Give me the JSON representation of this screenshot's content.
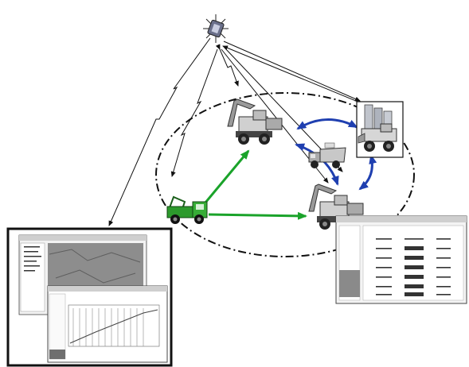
{
  "diagram": {
    "nodes": [
      {
        "id": "satellite",
        "icon": "satellite-icon"
      },
      {
        "id": "excavator-top",
        "icon": "excavator-icon"
      },
      {
        "id": "excavator-bottom",
        "icon": "excavator-icon"
      },
      {
        "id": "wheel-loader",
        "icon": "wheel-loader-icon"
      },
      {
        "id": "dump-truck",
        "icon": "dump-truck-icon"
      },
      {
        "id": "service-truck",
        "icon": "service-truck-icon"
      },
      {
        "id": "office-screen",
        "icon": "map-screen-icon"
      },
      {
        "id": "field-screen",
        "icon": "table-screen-icon"
      }
    ],
    "links": [
      {
        "from": "satellite",
        "to": "office-screen",
        "style": "black-arrow-zigzag"
      },
      {
        "from": "satellite",
        "to": "excavator-top",
        "style": "black-arrow-zigzag"
      },
      {
        "from": "satellite",
        "to": "wheel-loader",
        "style": "black-arrow"
      },
      {
        "from": "satellite",
        "to": "service-truck",
        "style": "black-arrow-zigzag"
      },
      {
        "from": "satellite",
        "to": "excavator-bottom",
        "style": "black-arrow"
      },
      {
        "from": "service-truck",
        "to": "excavator-top",
        "style": "green-arrow"
      },
      {
        "from": "service-truck",
        "to": "excavator-bottom",
        "style": "green-arrow"
      },
      {
        "from": "excavator-top",
        "to": "wheel-loader",
        "style": "blue-double-arrow"
      },
      {
        "from": "excavator-top",
        "to": "excavator-bottom",
        "style": "blue-double-arrow"
      },
      {
        "from": "wheel-loader",
        "to": "excavator-bottom",
        "style": "blue-double-arrow"
      }
    ],
    "site_boundary": "dash-dot-ellipse",
    "colors": {
      "uplink": "#111111",
      "service_link": "#1aa32a",
      "machine_link": "#1f3fb0",
      "service_truck": "#2c9a2c",
      "machine": "#8c8c8c"
    }
  }
}
